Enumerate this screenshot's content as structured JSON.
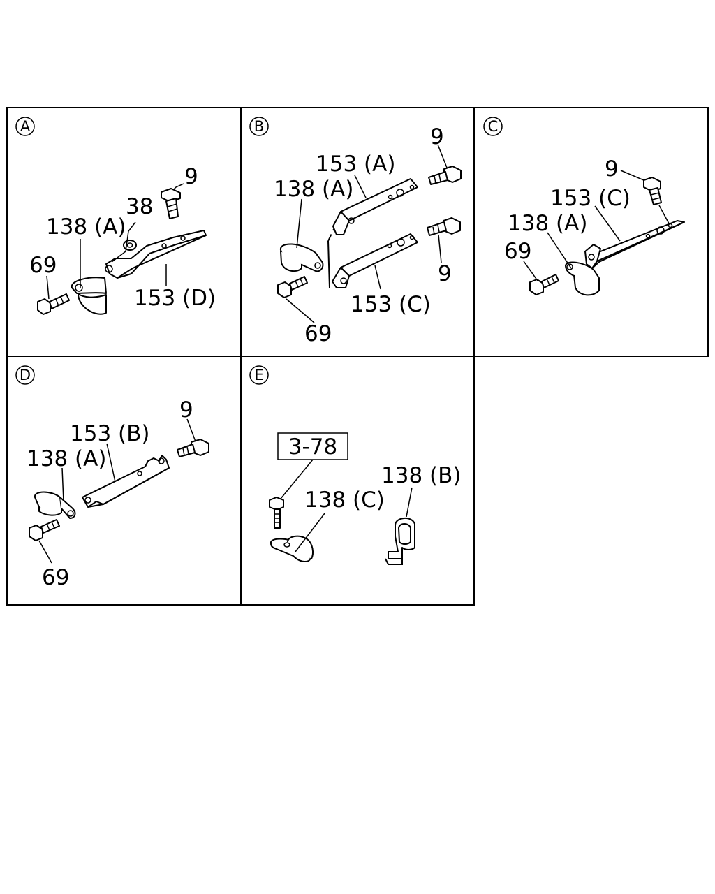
{
  "panels": [
    {
      "id": "A",
      "labels": {
        "bolt_top": "9",
        "washer": "38",
        "clamp": "138 (A)",
        "bolt_left": "69",
        "bracket": "153 (D)"
      }
    },
    {
      "id": "B",
      "labels": {
        "bolt_top": "9",
        "bracket_upper": "153 (A)",
        "clamp": "138 (A)",
        "bolt_right": "9",
        "bracket_lower": "153 (C)",
        "bolt_left": "69"
      }
    },
    {
      "id": "C",
      "labels": {
        "bolt_top": "9",
        "bracket": "153 (C)",
        "clamp": "138 (A)",
        "bolt_left": "69"
      }
    },
    {
      "id": "D",
      "labels": {
        "bolt_top": "9",
        "bracket": "153 (B)",
        "clamp": "138 (A)",
        "bolt_left": "69"
      }
    },
    {
      "id": "E",
      "labels": {
        "ref_box": "3-78",
        "clamp_c": "138 (C)",
        "clamp_b": "138 (B)"
      }
    }
  ]
}
